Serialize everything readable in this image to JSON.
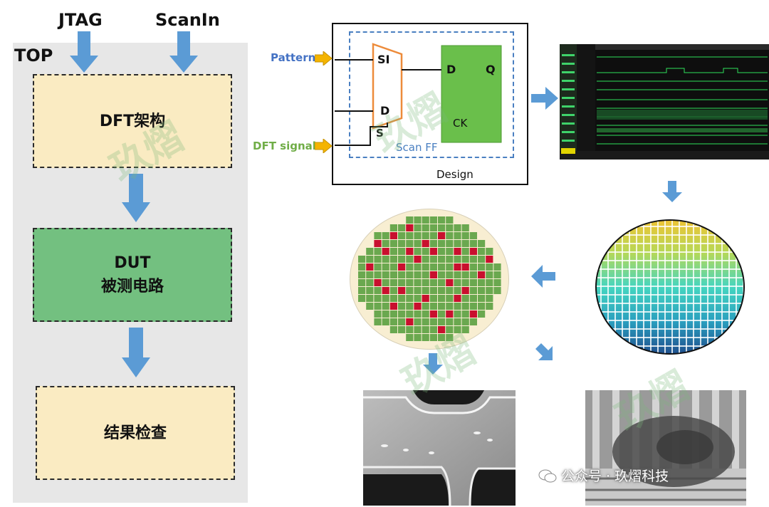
{
  "left": {
    "jtag": "JTAG",
    "scanin": "ScanIn",
    "top": "TOP",
    "box1": "DFT架构",
    "box2_line1": "DUT",
    "box2_line2": "被测电路",
    "box3": "结果检查"
  },
  "circuit": {
    "pattern": "Pattern",
    "dft_signal": "DFT signal",
    "mux_si": "SI",
    "mux_d": "D",
    "mux_s": "S",
    "ff_d": "D",
    "ff_q": "Q",
    "ff_ck": "CK",
    "scan_ff": "Scan FF",
    "design": "Design"
  },
  "footer": {
    "wechat": "公众号 · 玖熠科技"
  },
  "colors": {
    "arrow": "#5b9bd5",
    "box_cream": "#faebc2",
    "box_green": "#73c080",
    "ff_green": "#6abf4b",
    "mux_orange": "#ed8b3a",
    "pattern_blue": "#4472c4",
    "dft_green": "#70ad47",
    "wafer_fail": "#c8102e",
    "wafer_pass": "#6aa84f"
  }
}
